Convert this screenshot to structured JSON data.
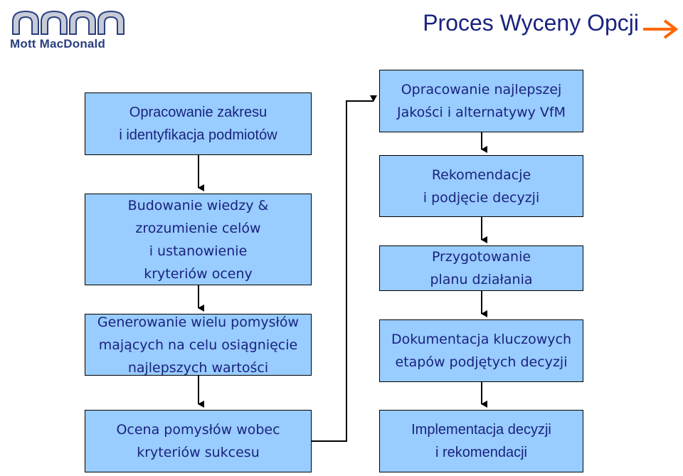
{
  "logo": {
    "text": "Mott MacDonald",
    "brand_color": "#2a3f7f"
  },
  "header": {
    "title": "Proces Wyceny Opcji",
    "arrow_icon": "arrow-right-icon",
    "arrow_color": "#ff6600"
  },
  "colors": {
    "box_fill": "#99ccff",
    "box_border": "#000000",
    "text": "#1a237e",
    "connector": "#000000"
  },
  "left_column": [
    {
      "text": "Opracowanie zakresu\ni identyfikacja podmiotów"
    },
    {
      "text": "Budowanie wiedzy &\nzrozumienie celów\ni ustanowienie\nkryteriów oceny"
    },
    {
      "text": "Generowanie wielu pomysłów\nmających na celu osiągnięcie\nnajlepszych wartości"
    },
    {
      "text": "Ocena pomysłów wobec\nkryteriów sukcesu"
    }
  ],
  "right_column": [
    {
      "text": "Opracowanie najlepszej\nJakości i alternatywy VfM"
    },
    {
      "text": "Rekomendacje\ni podjęcie decyzji"
    },
    {
      "text": "Przygotowanie\nplanu działania"
    },
    {
      "text": "Dokumentacja kluczowych\netapów podjętych decyzji"
    },
    {
      "text": "Implementacja decyzji\ni rekomendacji"
    }
  ]
}
